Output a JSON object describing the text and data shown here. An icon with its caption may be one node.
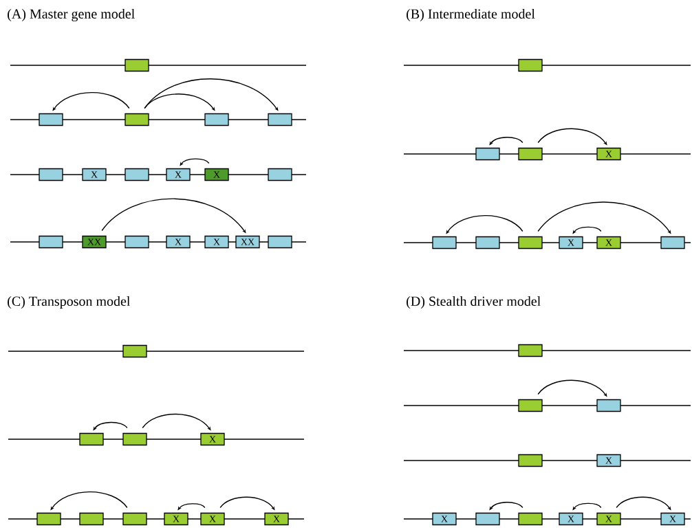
{
  "diagram": {
    "nodes": [
      {
        "text": [],
        "shape": "box"
      },
      {
        "text": [],
        "shape": "box"
      },
      {
        "text": [],
        "shape": "box"
      },
      {
        "text": [],
        "shape": "box"
      },
      {
        "text": [],
        "shape": "box"
      },
      {
        "text": [],
        "shape": "box"
      },
      {
        "text": [
          "X"
        ]
      },
      {
        "text": [],
        "shape": "box"
      },
      {
        "text": [
          "X"
        ]
      },
      {
        "text": [
          "X"
        ]
      },
      {
        "text": [],
        "shape": "box"
      },
      {
        "text": [],
        "shape": "box"
      },
      {
        "text": [
          "XX"
        ]
      },
      {
        "text": [],
        "shape": "box"
      },
      {
        "text": [
          "X"
        ]
      },
      {
        "text": [
          "X"
        ]
      },
      {
        "text": [
          "XX"
        ]
      },
      {
        "text": [],
        "shape": "box"
      },
      {
        "text": [],
        "shape": "box"
      },
      {
        "text": [],
        "shape": "box"
      },
      {
        "text": [],
        "shape": "box"
      },
      {
        "text": [
          "X"
        ]
      },
      {
        "text": [],
        "shape": "box"
      },
      {
        "text": [],
        "shape": "box"
      },
      {
        "text": [],
        "shape": "box"
      },
      {
        "text": [
          "X"
        ]
      },
      {
        "text": [
          "X"
        ]
      },
      {
        "text": [],
        "shape": "box"
      },
      {
        "text": [],
        "shape": "box"
      },
      {
        "text": [],
        "shape": "box"
      },
      {
        "text": [],
        "shape": "box"
      },
      {
        "text": [
          "X"
        ]
      },
      {
        "text": [],
        "shape": "box"
      },
      {
        "text": [],
        "shape": "box"
      },
      {
        "text": [],
        "shape": "box"
      },
      {
        "text": [
          "X"
        ]
      },
      {
        "text": [
          "X"
        ]
      },
      {
        "text": [
          "X"
        ]
      },
      {
        "text": [],
        "shape": "box"
      },
      {
        "text": [],
        "shape": "box"
      },
      {
        "text": [],
        "shape": "box"
      },
      {
        "text": [],
        "shape": "box"
      },
      {
        "text": [
          "X"
        ]
      },
      {
        "text": [
          "X"
        ]
      },
      {
        "text": [],
        "shape": "box"
      },
      {
        "text": [],
        "shape": "box"
      },
      {
        "text": [
          "X"
        ]
      },
      {
        "text": [
          "X"
        ]
      },
      {
        "text": [
          "X"
        ]
      }
    ],
    "edges": [
      {
        "from": 2,
        "to": 1,
        "arrow": "to"
      },
      {
        "from": 2,
        "to": 3,
        "arrow": "to"
      },
      {
        "from": 2,
        "to": 4,
        "arrow": "to"
      },
      {
        "from": 9,
        "to": 8,
        "arrow": "to"
      },
      {
        "from": 12,
        "to": 16,
        "arrow": "to"
      },
      {
        "from": 20,
        "to": 19,
        "arrow": "to"
      },
      {
        "from": 20,
        "to": 21,
        "arrow": "to"
      },
      {
        "from": 24,
        "to": 22,
        "arrow": "to"
      },
      {
        "from": 24,
        "to": 27,
        "arrow": "to"
      },
      {
        "from": 26,
        "to": 25,
        "arrow": "to"
      },
      {
        "from": 30,
        "to": 29,
        "arrow": "to"
      },
      {
        "from": 30,
        "to": 31,
        "arrow": "to"
      },
      {
        "from": 34,
        "to": 32,
        "arrow": "to"
      },
      {
        "from": 36,
        "to": 35,
        "arrow": "to"
      },
      {
        "from": 36,
        "to": 37,
        "arrow": "to"
      },
      {
        "from": 39,
        "to": 40,
        "arrow": "to"
      },
      {
        "from": 45,
        "to": 44,
        "arrow": "to"
      },
      {
        "from": 47,
        "to": 46,
        "arrow": "to"
      },
      {
        "from": 47,
        "to": 48,
        "arrow": "to"
      }
    ],
    "labels": [
      "(A) Master gene model",
      "(B) Intermediate model",
      "(C) Transposon model",
      "(D) Stealth driver model"
    ]
  }
}
